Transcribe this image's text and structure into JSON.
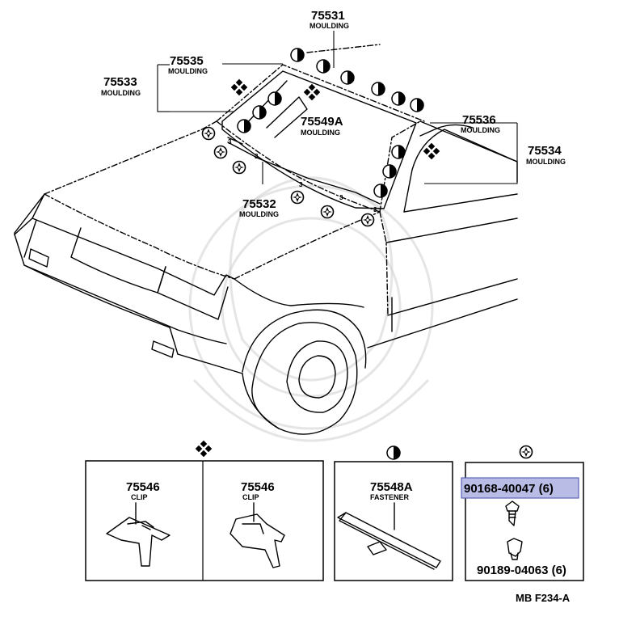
{
  "labels": {
    "p75531": {
      "num": "75531",
      "sub": "MOULDING"
    },
    "p75535": {
      "num": "75535",
      "sub": "MOULDING"
    },
    "p75533": {
      "num": "75533",
      "sub": "MOULDING"
    },
    "p75549a": {
      "num": "75549A",
      "sub": "MOULDING"
    },
    "p75536": {
      "num": "75536",
      "sub": "MOULDING"
    },
    "p75534": {
      "num": "75534",
      "sub": "MOULDING"
    },
    "p75532": {
      "num": "75532",
      "sub": "MOULDING"
    }
  },
  "boxes": {
    "clip1": {
      "num": "75546",
      "sub": "CLIP"
    },
    "clip2": {
      "num": "75546",
      "sub": "CLIP"
    },
    "fastener": {
      "num": "75548A",
      "sub": "FASTENER"
    },
    "part_a": "90168-40047 (6)",
    "part_b": "90189-04063 (6)"
  },
  "diagram_code": "MB F234-A",
  "colors": {
    "highlight": "#b9bde6",
    "highlight_border": "#5b63b8",
    "ink": "#000000"
  },
  "symbols": [
    "clover-diamond-icon",
    "half-moon-icon",
    "flower-icon"
  ]
}
